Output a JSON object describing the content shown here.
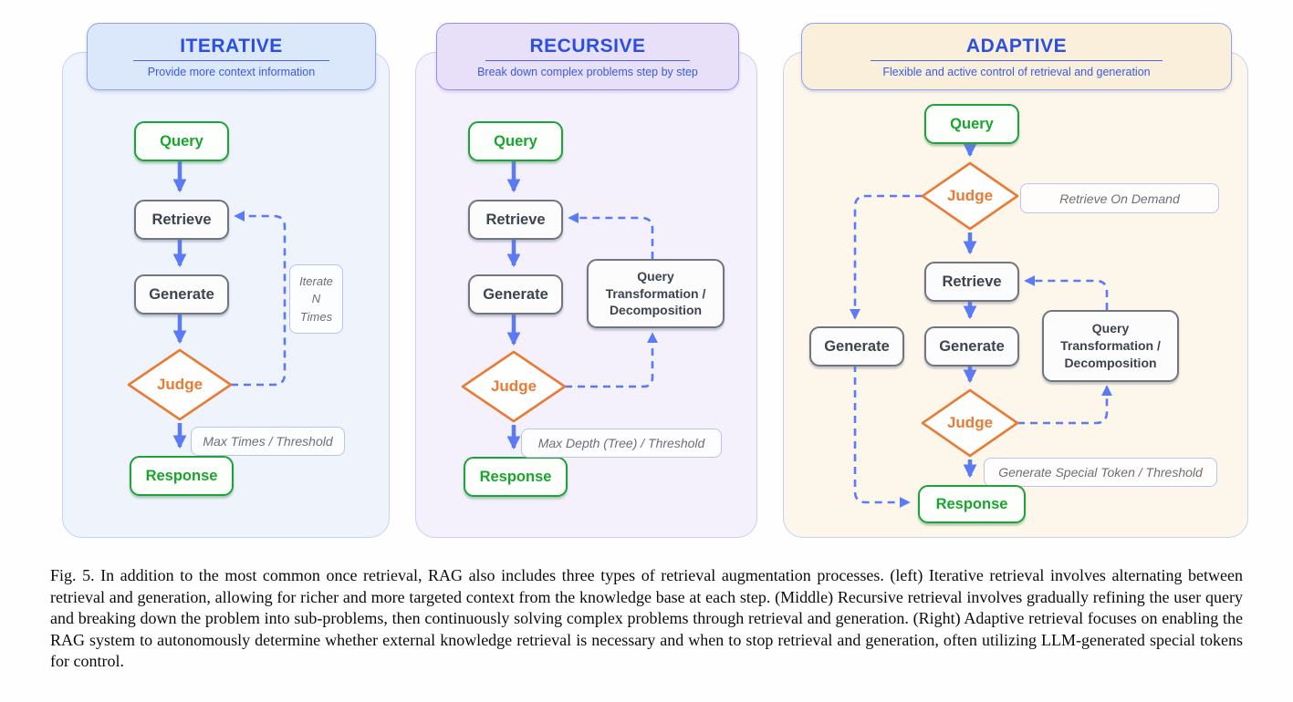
{
  "colors": {
    "header_blue": "#2b4fe0",
    "arrow_blue": "#5b7af5",
    "node_green": "#1ea33b",
    "judge_orange": "#e97c35",
    "panel_iterative_bg": "#eef3fc",
    "panel_recursive_bg": "#f4f0fc",
    "panel_adaptive_bg": "#fdf6eb"
  },
  "panels": [
    {
      "title": "ITERATIVE",
      "subtitle": "Provide more context information",
      "nodes": {
        "query": "Query",
        "retrieve": "Retrieve",
        "generate": "Generate",
        "judge": "Judge",
        "response": "Response"
      },
      "loop_label": "Iterate\nN\nTimes",
      "exit_label": "Max Times / Threshold"
    },
    {
      "title": "RECURSIVE",
      "subtitle": "Break down complex problems step by step",
      "nodes": {
        "query": "Query",
        "retrieve": "Retrieve",
        "generate": "Generate",
        "judge": "Judge",
        "response": "Response"
      },
      "transform_label": "Query\nTransformation /\nDecomposition",
      "exit_label": "Max Depth (Tree) / Threshold"
    },
    {
      "title": "ADAPTIVE",
      "subtitle": "Flexible and  active control of retrieval and generation",
      "nodes": {
        "query": "Query",
        "judge1": "Judge",
        "retrieve": "Retrieve",
        "generate_left": "Generate",
        "generate": "Generate",
        "judge2": "Judge",
        "response": "Response"
      },
      "demand_label": "Retrieve On  Demand",
      "transform_label": "Query\nTransformation /\nDecomposition",
      "exit_label": "Generate Special Token / Threshold"
    }
  ],
  "figure": {
    "caption": "Fig. 5.   In addition to the most common once retrieval, RAG also includes three types of retrieval augmentation processes. (left) Iterative retrieval involves alternating between retrieval and generation, allowing for richer and more targeted context from the knowledge base at each step. (Middle) Recursive retrieval involves gradually refining the user query and breaking down the problem into sub-problems, then continuously solving complex problems through retrieval and generation. (Right) Adaptive retrieval focuses on enabling the RAG system to autonomously determine whether external knowledge retrieval is necessary and when to stop retrieval and generation, often utilizing LLM-generated special tokens for control."
  }
}
